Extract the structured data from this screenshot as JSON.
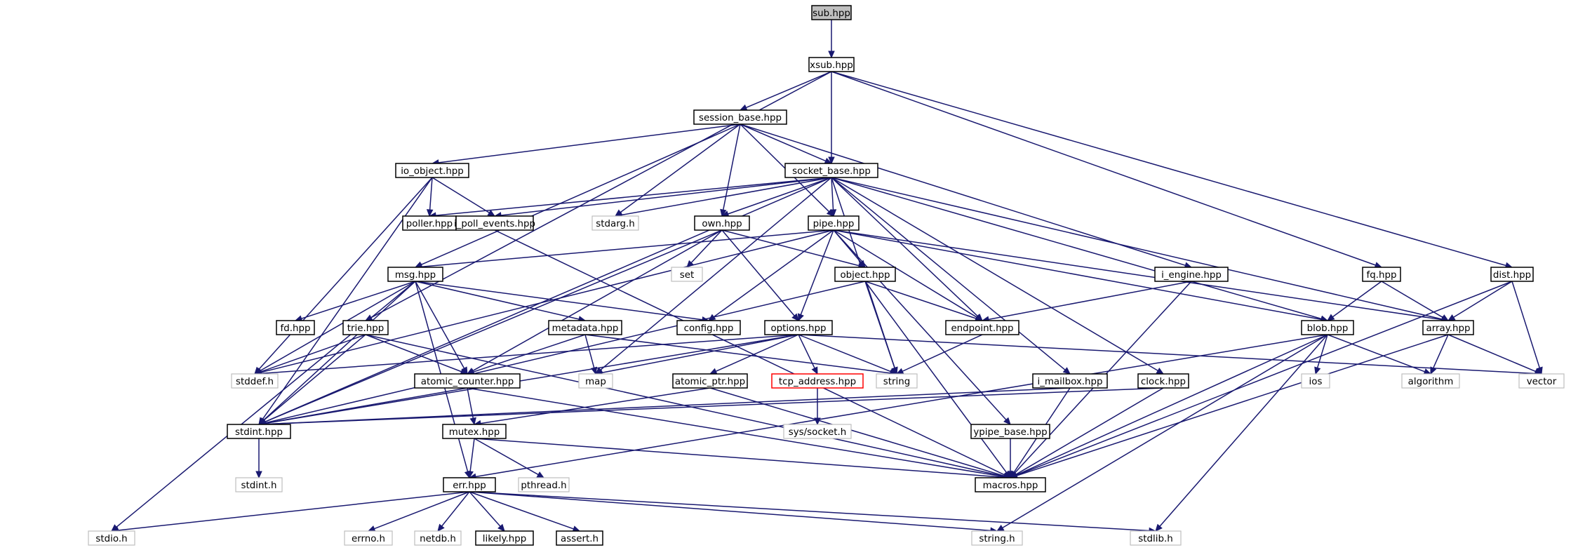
{
  "palette": {
    "edge": "#191970",
    "border_local": "#000000",
    "border_missing": "#bfbfbf",
    "border_undocumented": "#ff0000",
    "fill_root": "#bfbfbf",
    "fill_node": "#ffffff",
    "text": "#000000"
  },
  "nodes": {
    "sub": "sub.hpp",
    "xsub": "xsub.hpp",
    "session_base": "session_base.hpp",
    "socket_base": "socket_base.hpp",
    "io_object": "io_object.hpp",
    "poller": "poller.hpp",
    "i_poll_events": "i_poll_events.hpp",
    "stdarg": "stdarg.h",
    "own": "own.hpp",
    "pipe": "pipe.hpp",
    "set": "set",
    "msg": "msg.hpp",
    "object": "object.hpp",
    "i_engine": "i_engine.hpp",
    "fq": "fq.hpp",
    "dist": "dist.hpp",
    "fd": "fd.hpp",
    "trie": "trie.hpp",
    "metadata": "metadata.hpp",
    "config": "config.hpp",
    "options": "options.hpp",
    "endpoint": "endpoint.hpp",
    "blob": "blob.hpp",
    "array": "array.hpp",
    "stddef": "stddef.h",
    "atomic_counter": "atomic_counter.hpp",
    "map": "map",
    "atomic_ptr": "atomic_ptr.hpp",
    "tcp_address": "tcp_address.hpp",
    "string": "string",
    "i_mailbox": "i_mailbox.hpp",
    "clock": "clock.hpp",
    "ios": "ios",
    "algorithm": "algorithm",
    "vector": "vector",
    "stdint_hpp": "stdint.hpp",
    "mutex": "mutex.hpp",
    "sys_socket": "sys/socket.h",
    "ypipe_base": "ypipe_base.hpp",
    "stdint_h": "stdint.h",
    "pthread": "pthread.h",
    "err": "err.hpp",
    "macros": "macros.hpp",
    "stdio": "stdio.h",
    "errno": "errno.h",
    "netdb": "netdb.h",
    "likely": "likely.hpp",
    "assert": "assert.h",
    "string_h": "string.h",
    "stdlib": "stdlib.h"
  }
}
